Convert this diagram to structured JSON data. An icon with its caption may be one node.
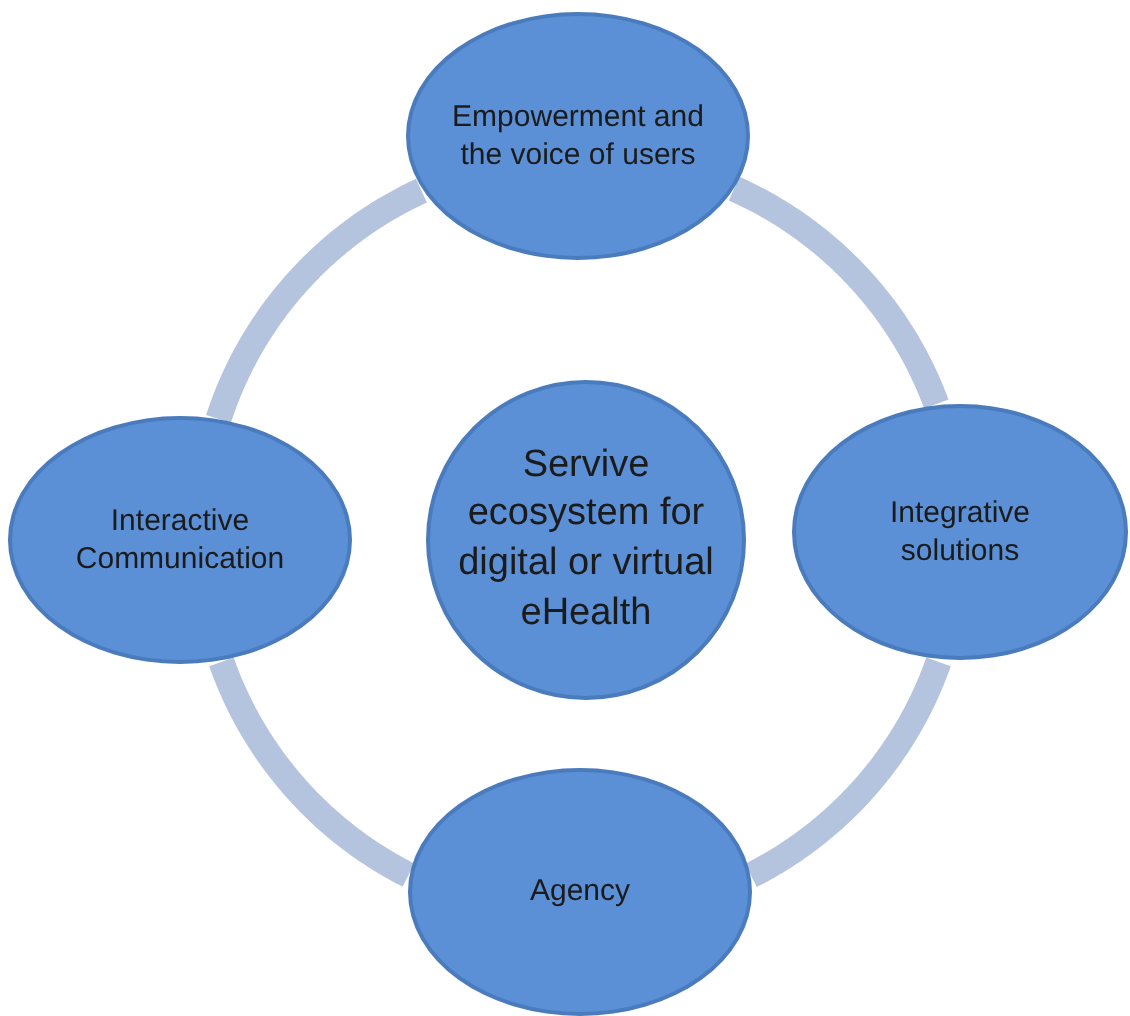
{
  "diagram": {
    "nodes": [
      {
        "text": [
          "Servive ecosystem for digital or virtual eHealth"
        ]
      },
      {
        "text": [
          "Empowerment and the voice of users"
        ]
      },
      {
        "text": [
          "Interactive Communication"
        ]
      },
      {
        "text": [
          "Integrative solutions"
        ]
      },
      {
        "text": [
          "Agency"
        ]
      }
    ],
    "edges": [
      {
        "from": 1,
        "to": 3,
        "arrow": "none"
      },
      {
        "from": 3,
        "to": 4,
        "arrow": "none"
      },
      {
        "from": 4,
        "to": 2,
        "arrow": "none"
      },
      {
        "from": 2,
        "to": 1,
        "arrow": "none"
      }
    ]
  }
}
